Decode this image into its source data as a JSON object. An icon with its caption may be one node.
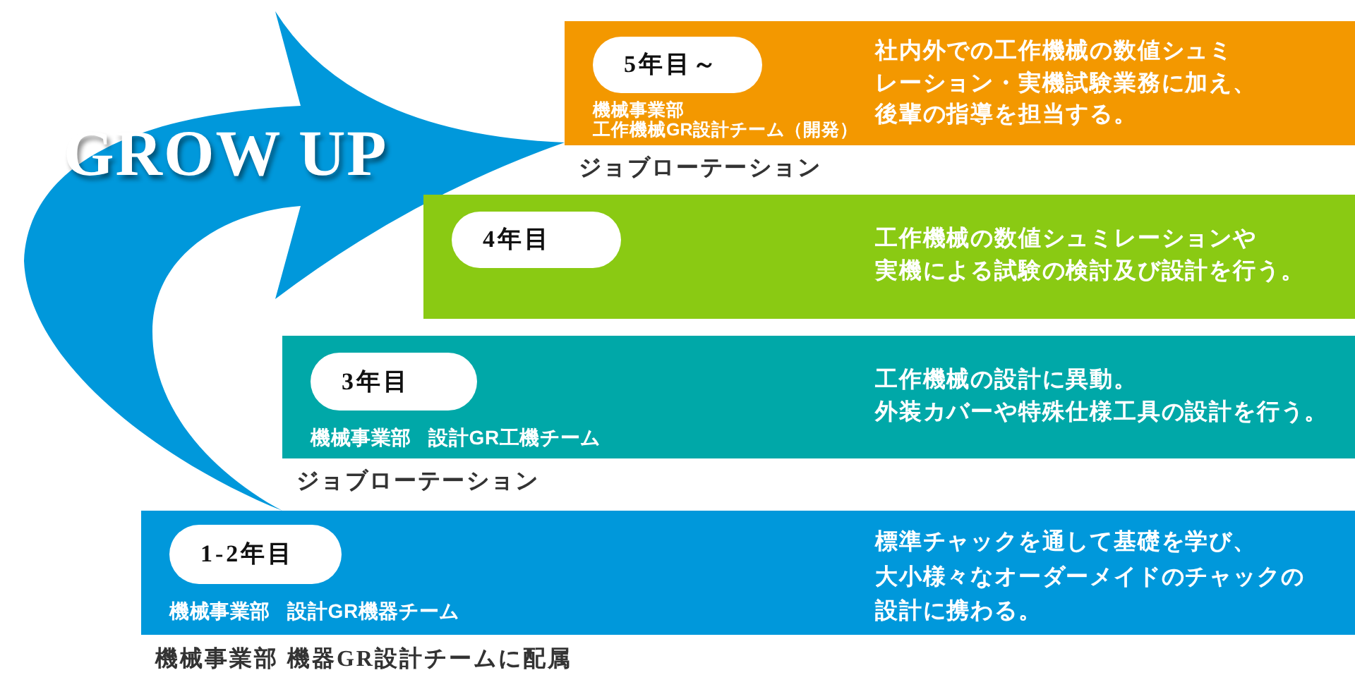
{
  "diagram": {
    "nodes": [
      {
        "text": [
          "機械事業部工作機械GR設計チーム（開発）",
          "社内外での工作機械の数値シュミレーション・実機試験業務に加え、後輩の指導を担当する。"
        ]
      },
      {
        "text": [
          "5年目～"
        ],
        "in": 0
      },
      {
        "text": [
          "工作機械の数値シュミレーションや実機による試験の検討及び設計を行う。"
        ]
      },
      {
        "text": [
          "4年目"
        ],
        "in": 2
      },
      {
        "text": [
          "機械事業部 設計GR工機チーム",
          "工作機械の設計に異動。外装カバーや特殊仕様工具の設計を行う。"
        ]
      },
      {
        "text": [
          "3年目"
        ],
        "in": 4
      },
      {
        "text": [
          "機械事業部 設計GR機器チーム",
          "標準チャックを通して基礎を学び、大小様々なオーダーメイドのチャックの設計に携わる。"
        ]
      },
      {
        "text": [
          "1-2年目"
        ],
        "in": 6
      }
    ],
    "edges": [
      {
        "from": 6,
        "to": 0,
        "arrow": "to",
        "label": "GROW UP",
        "style": "thick"
      }
    ],
    "labels": [
      "ジョブローテーション",
      "ジョブローテーション",
      "機械事業部 機器GR設計チームに配属"
    ]
  }
}
